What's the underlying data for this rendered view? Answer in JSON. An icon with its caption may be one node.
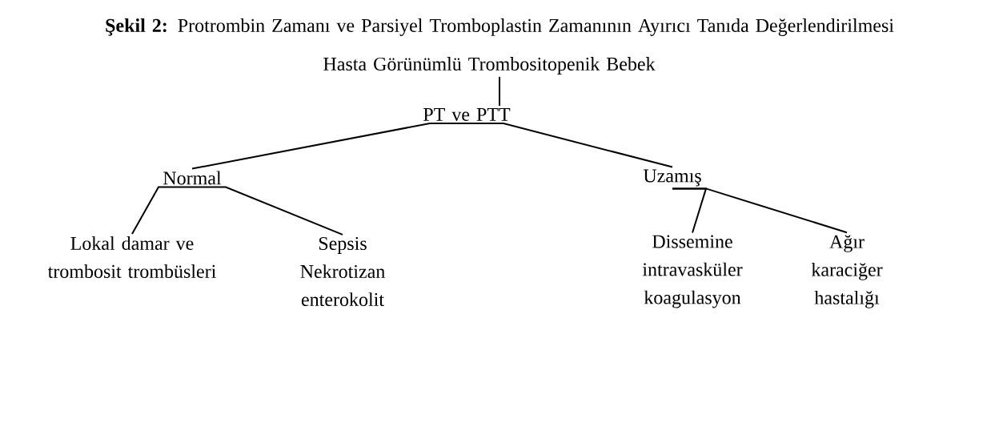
{
  "diagram": {
    "title": "**Şekil 2:** Protrombin Zamanı ve Parsiyel Tromboplastin Zamanının Ayırıcı Tanıda Değerlendirilmesi",
    "nodes": [
      {
        "text": [
          "Hasta Görünümlü Trombositopenik Bebek"
        ]
      },
      {
        "text": [
          "PT ve PTT"
        ]
      },
      {
        "text": [
          "Normal"
        ]
      },
      {
        "text": [
          "Uzamış"
        ]
      },
      {
        "text": [
          "Lokal damar ve trombosit trombüsleri"
        ]
      },
      {
        "text": [
          "Sepsis",
          "Nekrotizan enterokolit"
        ]
      },
      {
        "text": [
          "Dissemine intravasküler koagulasyon"
        ]
      },
      {
        "text": [
          "Ağır karaciğer hastalığı"
        ]
      }
    ],
    "edges": [
      {
        "from": 0,
        "to": 1,
        "arrow": "none"
      },
      {
        "from": 1,
        "to": 2,
        "arrow": "none"
      },
      {
        "from": 1,
        "to": 3,
        "arrow": "none"
      },
      {
        "from": 2,
        "to": 4,
        "arrow": "none"
      },
      {
        "from": 2,
        "to": 5,
        "arrow": "none"
      },
      {
        "from": 3,
        "to": 6,
        "arrow": "none"
      },
      {
        "from": 3,
        "to": 7,
        "arrow": "none"
      }
    ]
  }
}
